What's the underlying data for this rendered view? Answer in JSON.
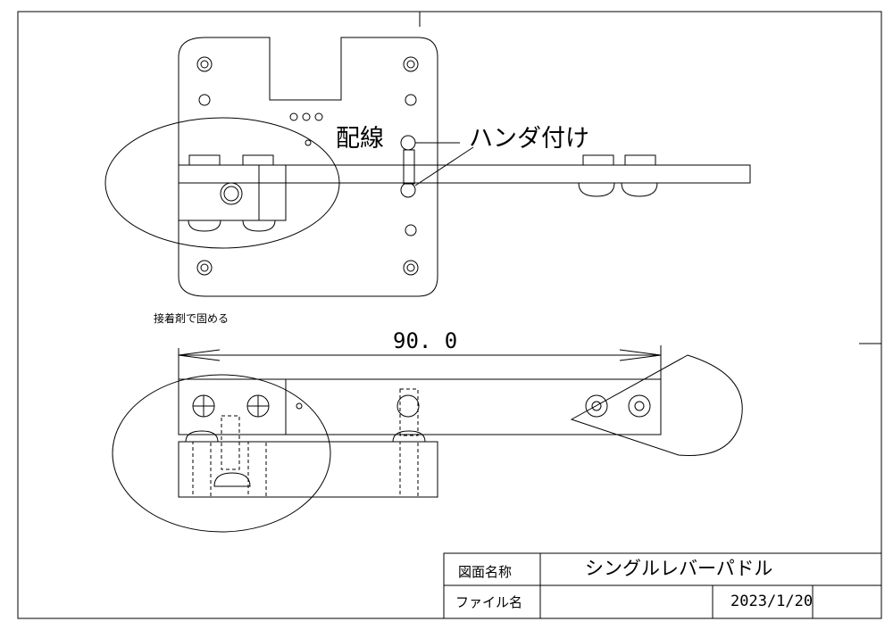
{
  "annotations": {
    "wiring": "配線",
    "soldering": "ハンダ付け",
    "glue": "接着剤で固める",
    "dimension": "90. 0"
  },
  "title_block": {
    "drawing_name_label": "図面名称",
    "drawing_name_value": "シングルレバーパドル",
    "file_name_label": "ファイル名",
    "date": "2023/1/20"
  }
}
